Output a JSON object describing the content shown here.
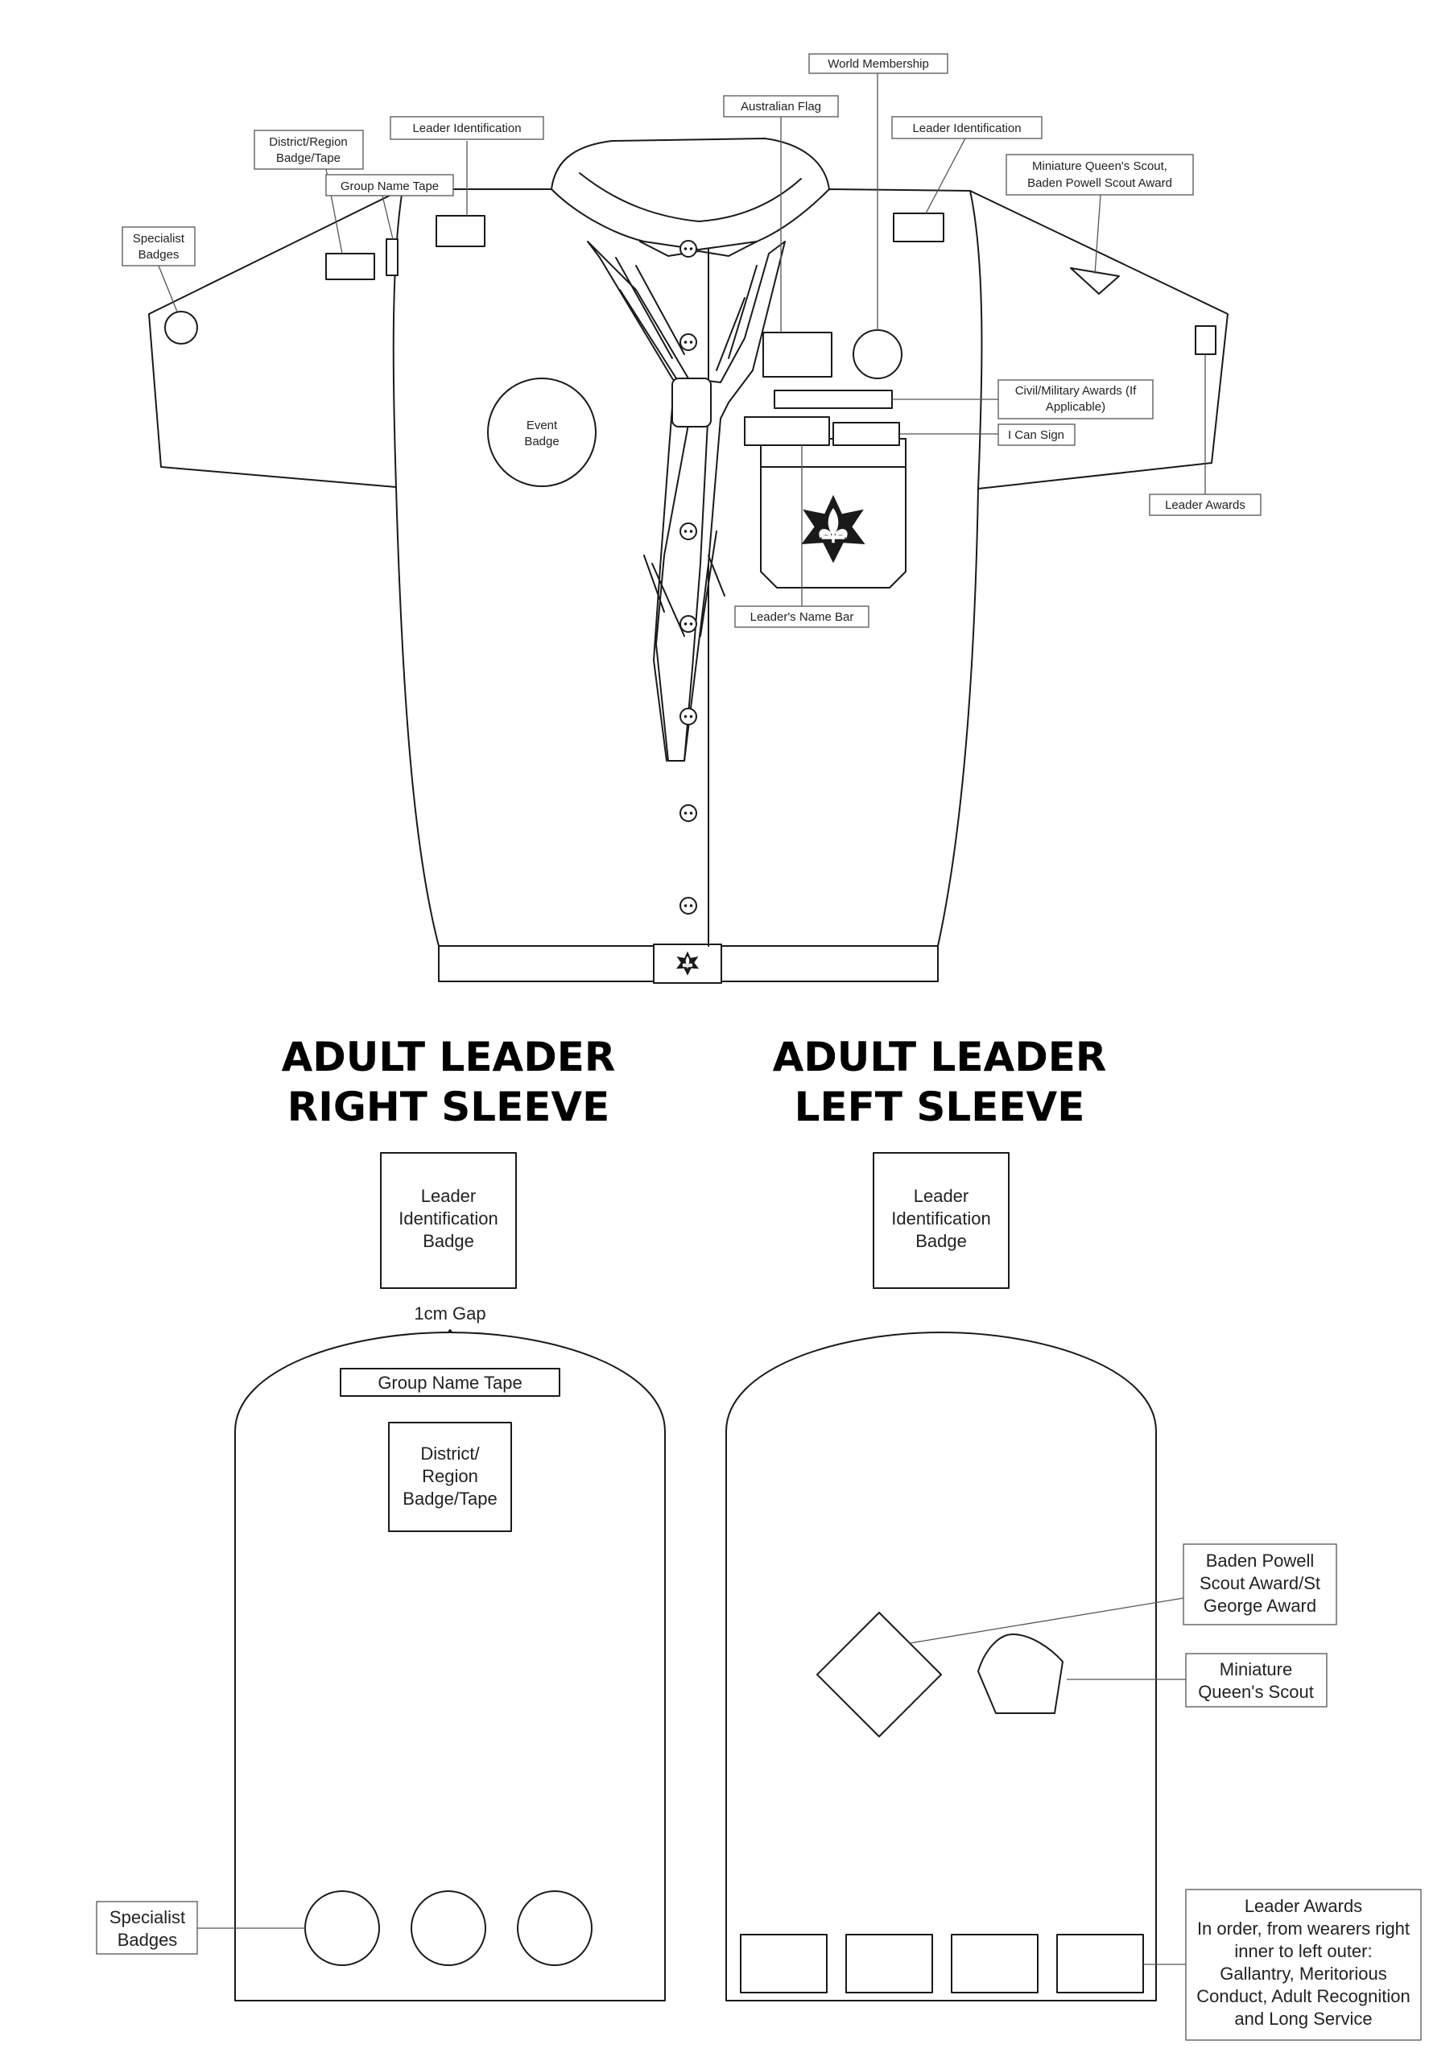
{
  "shirt_labels": {
    "world_membership": "World Membership",
    "australian_flag": "Australian Flag",
    "leader_identification_left": "Leader Identification",
    "leader_identification_right": "Leader Identification",
    "district_region_line1": "District/Region",
    "district_region_line2": "Badge/Tape",
    "group_name_tape": "Group Name Tape",
    "miniature_qs_line1": "Miniature Queen's Scout,",
    "miniature_qs_line2": "Baden Powell Scout Award",
    "specialist_line1": "Specialist",
    "specialist_line2": "Badges",
    "event_line1": "Event",
    "event_line2": "Badge",
    "civil_military_line1": "Civil/Military Awards (If",
    "civil_military_line2": "Applicable)",
    "i_can_sign": "I Can Sign",
    "leader_awards": "Leader Awards",
    "leaders_name_bar": "Leader's Name Bar"
  },
  "right_sleeve": {
    "title_line1": "ADULT LEADER",
    "title_line2": "RIGHT SLEEVE",
    "leader_id_line1": "Leader",
    "leader_id_line2": "Identification",
    "leader_id_line3": "Badge",
    "gap_label": "1cm Gap",
    "group_name_tape": "Group Name Tape",
    "district_line1": "District/",
    "district_line2": "Region",
    "district_line3": "Badge/Tape",
    "specialist_line1": "Specialist",
    "specialist_line2": "Badges"
  },
  "left_sleeve": {
    "title_line1": "ADULT LEADER",
    "title_line2": "LEFT SLEEVE",
    "leader_id_line1": "Leader",
    "leader_id_line2": "Identification",
    "leader_id_line3": "Badge",
    "bp_line1": "Baden Powell",
    "bp_line2": "Scout Award/St",
    "bp_line3": "George Award",
    "mqs_line1": "Miniature",
    "mqs_line2": "Queen's Scout",
    "la_line1": "Leader Awards",
    "la_line2": "In order, from wearers right",
    "la_line3": "inner to left outer:",
    "la_line4": "Gallantry, Meritorious",
    "la_line5": "Conduct, Adult Recognition",
    "la_line6": "and Long Service"
  },
  "icons": {
    "logo": "scouts-fleur-de-lis-icon",
    "button": "shirt-button-icon"
  },
  "colors": {
    "outline": "#1a1a1a",
    "leader_line": "#555555",
    "background": "#ffffff"
  }
}
